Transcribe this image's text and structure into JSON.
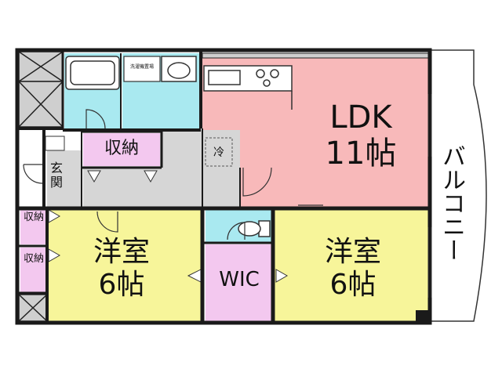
{
  "colors": {
    "ldk": "#f8b9ba",
    "western_room": "#f7f59a",
    "storage": "#f3c8ef",
    "wic": "#f3c8ef",
    "wet_area": "#a9e9f0",
    "hall": "#d6d6d6",
    "wall": "#1a1a1a",
    "balcony": "#ffffff"
  },
  "rooms": {
    "ldk": {
      "name": "LDK",
      "size": "11帖"
    },
    "western_left": {
      "name": "洋室",
      "size": "6帖"
    },
    "western_right": {
      "name": "洋室",
      "size": "6帖"
    },
    "wic": "WIC",
    "storage_hall": "収納",
    "storage_side_1": "収納",
    "storage_side_2": "収納",
    "entrance": "玄関",
    "fridge": "冷",
    "balcony": "バルコニー",
    "washer_label": "洗濯機置場"
  }
}
